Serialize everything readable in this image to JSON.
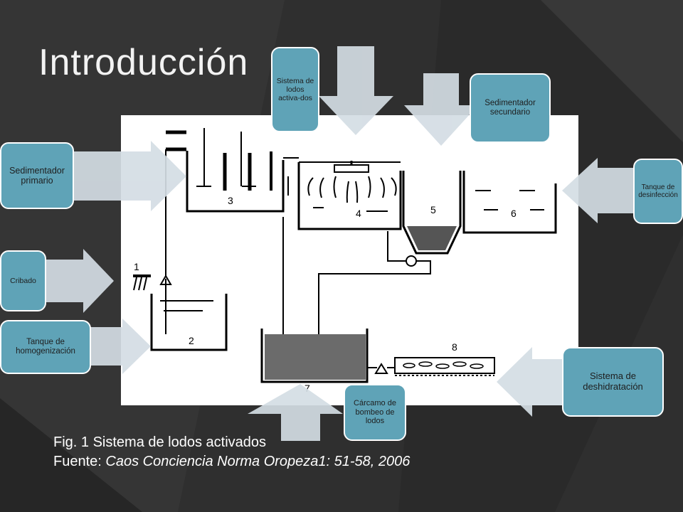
{
  "slide": {
    "title": "Introducción",
    "caption_line1": "Fig. 1 Sistema de lodos activados",
    "caption_prefix": "Fuente: ",
    "caption_source": "Caos Conciencia  Norma Oropeza1: 51-58, 2006"
  },
  "labels": {
    "sedimentador_primario": "Sedimentador primario",
    "cribado": "Cribado",
    "tanque_homogenizacion": "Tanque de homogenización",
    "sistema_lodos_activados": "Sistema de lodos activa-dos",
    "sedimentador_secundario": "Sedimentador secundario",
    "tanque_desinfeccion": "Tanque de desinfección",
    "sistema_deshidratacion": "Sistema de deshidratación",
    "carcamo_bombeo": "Cárcamo de bombeo de lodos"
  },
  "figure_numbers": [
    "1",
    "2",
    "3",
    "4",
    "5",
    "6",
    "7",
    "8"
  ],
  "colors": {
    "background": "#2f2f2f",
    "label_fill": "#5fa3b7",
    "arrow_fill": "#d4dde4",
    "figure_bg": "#ffffff",
    "ink": "#000000"
  }
}
